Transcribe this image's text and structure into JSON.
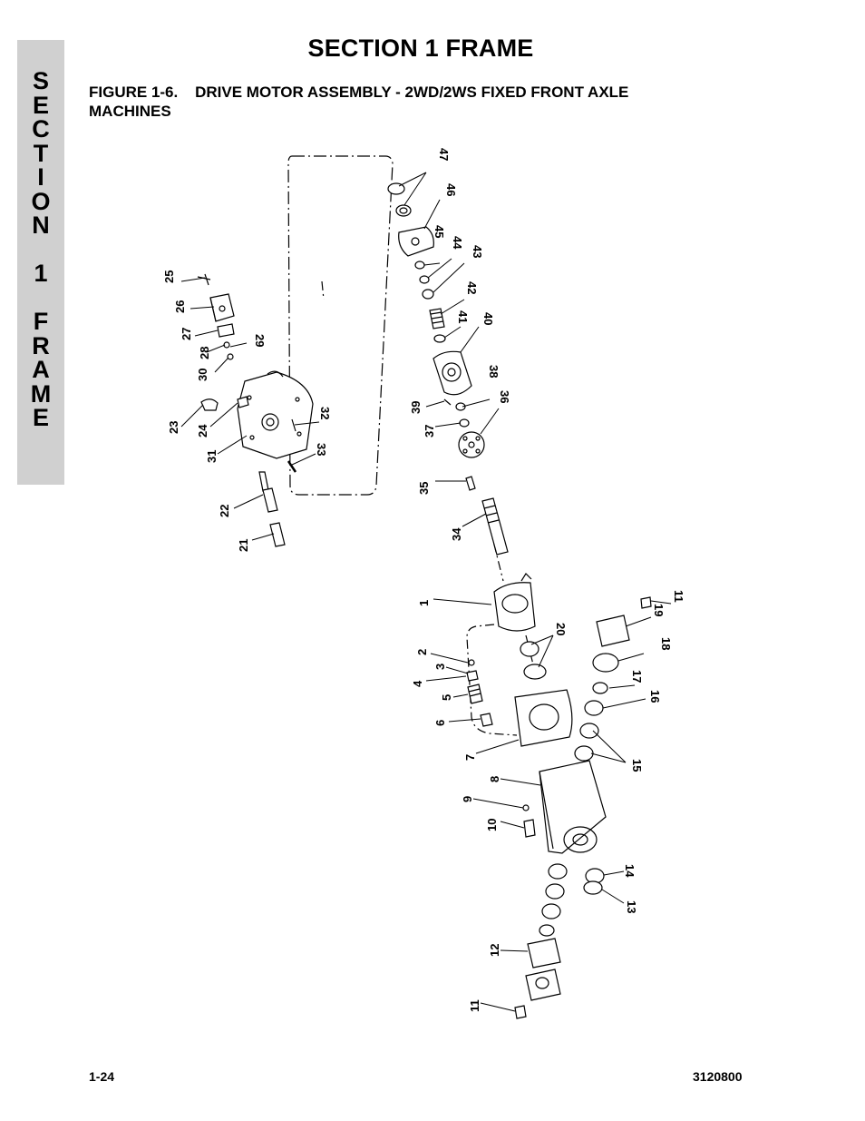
{
  "side_tab": {
    "letters": [
      "S",
      "E",
      "C",
      "T",
      "I",
      "O",
      "N",
      " ",
      "1",
      " ",
      "F",
      "R",
      "A",
      "M",
      "E"
    ]
  },
  "header": {
    "section_title": "SECTION 1  FRAME",
    "figure_title": "FIGURE 1-6.    DRIVE MOTOR ASSEMBLY - 2WD/2WS FIXED FRONT AXLE\nMACHINES"
  },
  "diagram": {
    "callouts": [
      "1",
      "2",
      "3",
      "4",
      "5",
      "6",
      "7",
      "8",
      "9",
      "10",
      "11",
      "11",
      "12",
      "13",
      "14",
      "15",
      "16",
      "17",
      "18",
      "19",
      "20",
      "21",
      "22",
      "23",
      "24",
      "25",
      "26",
      "27",
      "28",
      "29",
      "30",
      "31",
      "32",
      "33",
      "34",
      "35",
      "36",
      "37",
      "38",
      "39",
      "40",
      "41",
      "42",
      "43",
      "44",
      "45",
      "46",
      "47"
    ]
  },
  "footer": {
    "page_number": "1-24",
    "doc_number": "3120800"
  },
  "colors": {
    "tab_background": "#d0d0d0",
    "ink": "#000000"
  }
}
